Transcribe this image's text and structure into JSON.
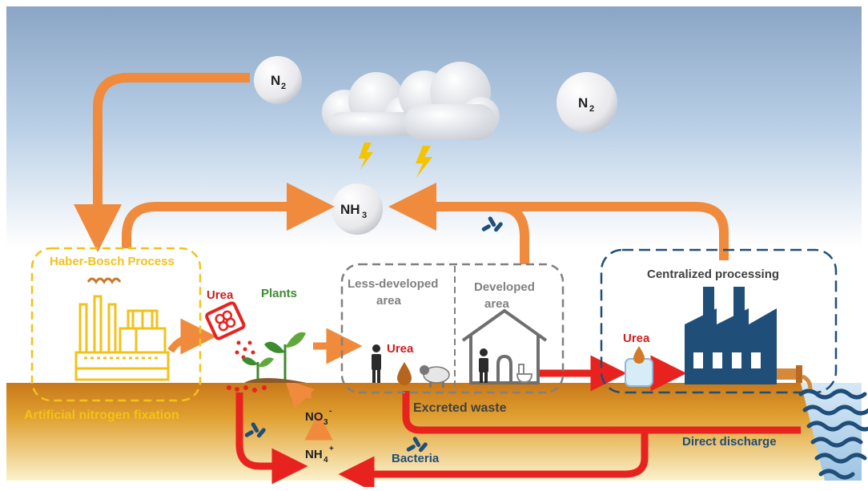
{
  "labels": {
    "n2": "N",
    "n2_sub": "2",
    "nh3": "NH",
    "nh3_sub": "3",
    "haber_bosch": "Haber-Bosch Process",
    "artificial_fixation": "Artificial nitrogen fixation",
    "urea": "Urea",
    "plants": "Plants",
    "less_developed_line1": "Less-developed",
    "less_developed_line2": "area",
    "developed_line1": "Developed",
    "developed_line2": "area",
    "centralized": "Centralized processing",
    "excreted_waste": "Excreted waste",
    "direct_discharge": "Direct discharge",
    "bacteria": "Bacteria",
    "no3": "NO",
    "no3_sub": "3",
    "no3_sup": "-",
    "nh4": "NH",
    "nh4_sub": "4",
    "nh4_sup": "+"
  },
  "colors": {
    "flow_orange": "#f08a3c",
    "waste_red": "#e8231f",
    "industry_yellow": "#f2c21b",
    "dark_blue": "#1f4e79",
    "plant_green": "#3d8b2f",
    "gray_box": "#808080",
    "label_red": "#cc1f1f",
    "sky_top": "#8ba7c7",
    "soil": "#d8901e"
  }
}
